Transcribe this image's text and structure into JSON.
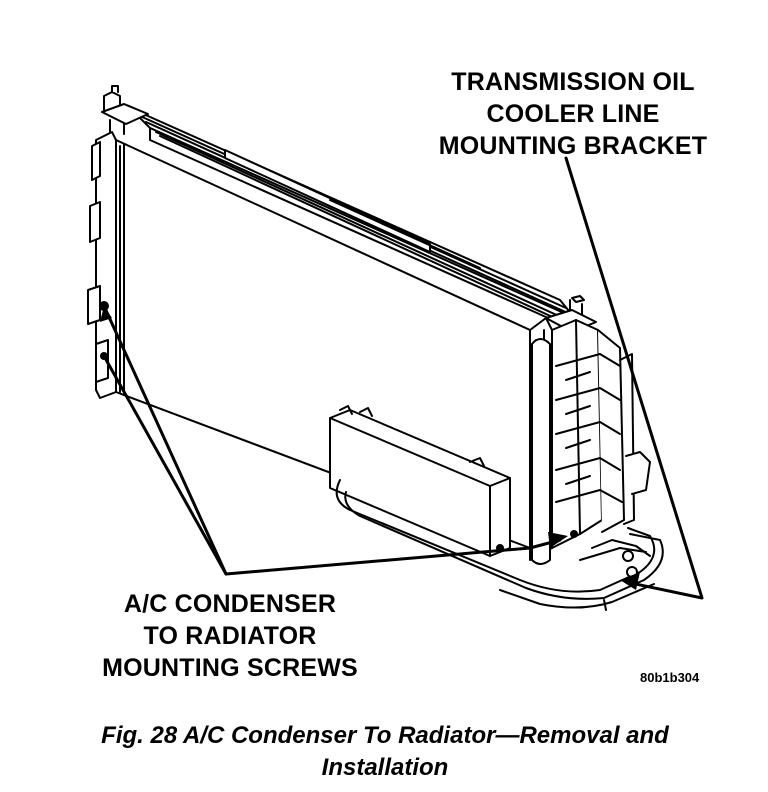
{
  "callouts": {
    "transmission_bracket": {
      "line1": "TRANSMISSION OIL",
      "line2": "COOLER LINE",
      "line3": "MOUNTING BRACKET"
    },
    "condenser_screws": {
      "line1": "A/C CONDENSER",
      "line2": "TO RADIATOR",
      "line3": "MOUNTING SCREWS"
    }
  },
  "figure_id": "80b1b304",
  "caption": {
    "line1": "Fig. 28 A/C Condenser To Radiator—Removal and",
    "line2": "Installation"
  },
  "colors": {
    "ink": "#000000",
    "paper": "#ffffff"
  }
}
